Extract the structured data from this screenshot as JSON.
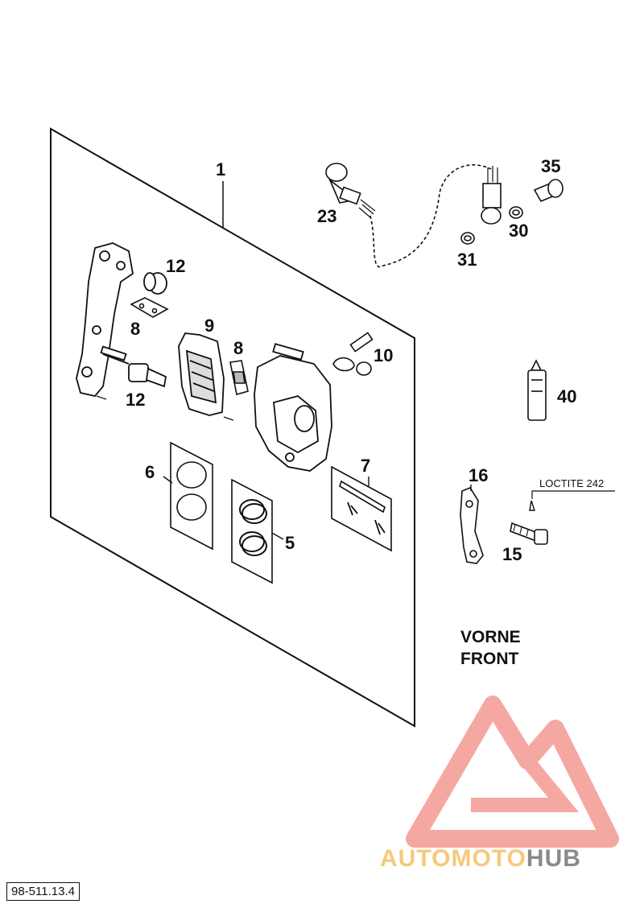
{
  "callouts": {
    "c1": "1",
    "c5": "5",
    "c6": "6",
    "c7": "7",
    "c8a": "8",
    "c8b": "8",
    "c9": "9",
    "c10": "10",
    "c12a": "12",
    "c12b": "12",
    "c15": "15",
    "c16": "16",
    "c23": "23",
    "c30": "30",
    "c31": "31",
    "c35": "35",
    "c40": "40"
  },
  "labels": {
    "loctite": "LOCTITE 242",
    "vorne": "VORNE",
    "front": "FRONT",
    "drawing_number": "98-511.13.4"
  },
  "watermark": {
    "text_a": "AUTOMOTO",
    "text_b": "HUB",
    "color_logo": "#f28b82",
    "color_text_a": "#f6c97a",
    "color_text_b": "#8a8a8a"
  }
}
